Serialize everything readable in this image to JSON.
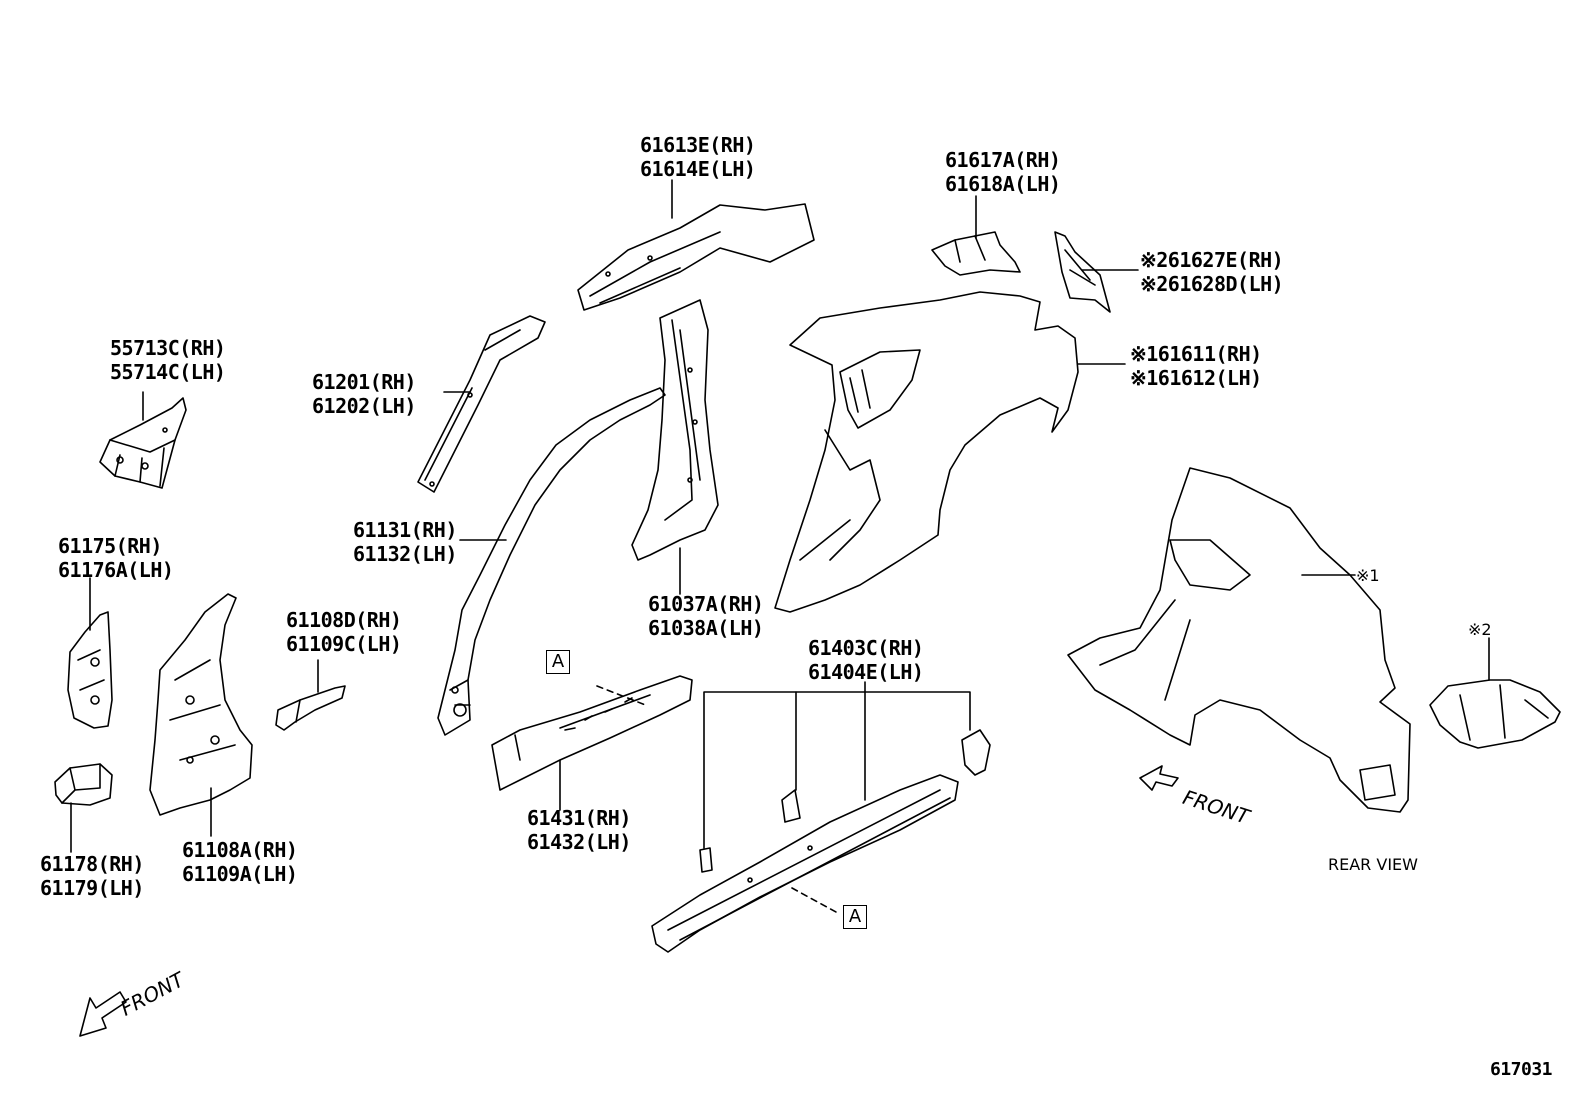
{
  "labels": {
    "p55713": [
      "55713C(RH)",
      "55714C(LH)"
    ],
    "p61201": [
      "61201(RH)",
      "61202(LH)"
    ],
    "p61613": [
      "61613E(RH)",
      "61614E(LH)"
    ],
    "p61617": [
      "61617A(RH)",
      "61618A(LH)"
    ],
    "p61627": [
      "※261627E(RH)",
      "※261628D(LH)"
    ],
    "p61611": [
      "※161611(RH)",
      "※161612(LH)"
    ],
    "p61131": [
      "61131(RH)",
      "61132(LH)"
    ],
    "p61175": [
      "61175(RH)",
      "61176A(LH)"
    ],
    "p61108d": [
      "61108D(RH)",
      "61109C(LH)"
    ],
    "p61037": [
      "61037A(RH)",
      "61038A(LH)"
    ],
    "p61403": [
      "61403C(RH)",
      "61404E(LH)"
    ],
    "p61431": [
      "61431(RH)",
      "61432(LH)"
    ],
    "p61178": [
      "61178(RH)",
      "61179(LH)"
    ],
    "p61108a": [
      "61108A(RH)",
      "61109A(LH)"
    ]
  },
  "callouts": {
    "ref_a1": "A",
    "ref_a2": "A",
    "mark1": "※1",
    "mark2": "※2"
  },
  "captions": {
    "rear_view": "REAR VIEW",
    "front_right": "FRONT",
    "front_left": "FRONT",
    "diagram_number": "617031"
  }
}
